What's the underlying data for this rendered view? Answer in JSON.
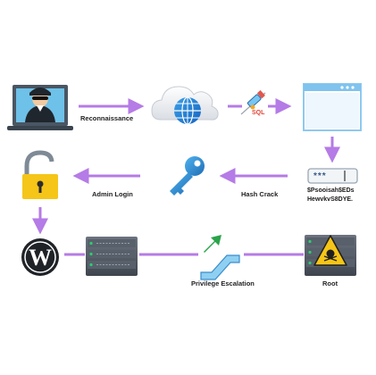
{
  "diagram": {
    "steps": [
      {
        "id": "hacker",
        "label": ""
      },
      {
        "id": "recon",
        "label": "Reconnaissance"
      },
      {
        "id": "web",
        "label": ""
      },
      {
        "id": "sql",
        "label": "SQL"
      },
      {
        "id": "browser",
        "label": ""
      },
      {
        "id": "password-field",
        "label": "***",
        "text_lines": [
          "$Psooisah$EDs",
          "HewvkvS8DYE."
        ]
      },
      {
        "id": "hash-crack",
        "label": "Hash Crack"
      },
      {
        "id": "key",
        "label": ""
      },
      {
        "id": "admin-login",
        "label": "Admin Login"
      },
      {
        "id": "lock",
        "label": ""
      },
      {
        "id": "wordpress",
        "label": ""
      },
      {
        "id": "server-1",
        "label": ""
      },
      {
        "id": "privilege-escalation",
        "label": "Privilege Escalation"
      },
      {
        "id": "server-2",
        "label": ""
      },
      {
        "id": "root",
        "label": "Root"
      }
    ],
    "colors": {
      "arrow": "#b57be6",
      "accent": "#2aa44a",
      "warning": "#f5c518"
    }
  }
}
